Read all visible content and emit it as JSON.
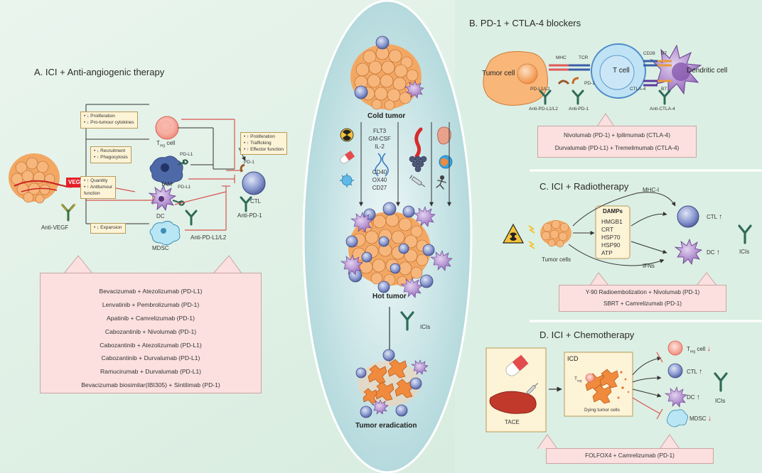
{
  "panelA": {
    "title": "A. ICI + Anti-angiogenic therapy",
    "vegf": "VEGF",
    "anti_vegf": "Anti-VEGF",
    "note_treg": [
      "• ↓ Proliferation",
      "• ↓ Pro-tumour cytokines"
    ],
    "note_tam": [
      "• ↓ Recruitment",
      "• ↑ Phagocytosis"
    ],
    "note_dc": [
      "• ↑ Quantity",
      "• ↑ Antitumour",
      "  function"
    ],
    "note_mdsc": [
      "• ↓ Expansion"
    ],
    "note_ctl": [
      "• ↑ Proliferation",
      "• ↑ Trafficking",
      "• ↑ Effector function"
    ],
    "treg_label": "T",
    "treg_sub": "reg",
    "treg_suffix": " cell",
    "tam": "TAM",
    "dc": "DC",
    "mdsc": "MDSC",
    "ctl": "CTL",
    "pdl1_a": "PD-L1",
    "pdl1_b": "PD-L1",
    "pd1": "PD-1",
    "anti_pdl1": "Anti-PD-L1/L2",
    "anti_pd1": "Anti-PD-1",
    "drugs": [
      "Bevacizumab + Atezolizumab (PD-L1)",
      "Lenvatinib + Pembrolizumab (PD-1)",
      "Apatinib + Camrelizumab (PD-1)",
      "Cabozantinib + Nivolumab (PD-1)",
      "Cabozantinib + Atezolizumab (PD-L1)",
      "Cabozantinib + Durvalumab (PD-L1)",
      "Ramucirumab + Durvalumab (PD-L1)",
      "Bevacizumab biosimilar(IBI305) + Sintilimab (PD-1)"
    ]
  },
  "center": {
    "cold": "Cold tumor",
    "hot": "Hot tumor",
    "icis": "ICIs",
    "eradication": "Tumor eradication",
    "cytokines1": [
      "FLT3",
      "GM-CSF",
      "IL-2"
    ],
    "cytokines2": [
      "CD40",
      "OX40",
      "CD27"
    ]
  },
  "panelB": {
    "title": "B. PD-1 + CTLA-4 blockers",
    "tumor_cell": "Tumor cell",
    "t_cell": "T cell",
    "dendritic": "Dendritic cell",
    "mhc": "MHC",
    "tcr": "TCR",
    "cd28": "CD28",
    "b7a": "B7",
    "b7b": "B7",
    "ctla4": "CTLA-4",
    "pdl12": "PD-L1/L2",
    "pd1": "PD-1",
    "anti_pdl12": "Anti-PD-L1/L2",
    "anti_pd1": "Anti-PD-1",
    "anti_ctla4": "Anti-CTLA-4",
    "drugs": [
      "Nivolumab (PD-1) + Ipilimumab (CTLA-4)",
      "Durvalumab (PD-L1) + Tremelimumab (CTLA-4)"
    ]
  },
  "panelC": {
    "title": "C. ICI + Radiotherapy",
    "damps_title": "DAMPs",
    "damps": [
      "HMGB1",
      "CRT",
      "HSP70",
      "HSP90",
      "ATP"
    ],
    "mhc1": "MHC-I",
    "ifns": "IFNs",
    "tumor_cells": "Tumor cells",
    "ctl": "CTL",
    "dc": "DC",
    "icis": "ICIs",
    "drugs": [
      "Y-90 Radioembolization + Nivolumab (PD-1)",
      "SBRT + Camrelizumab (PD-1)"
    ]
  },
  "panelD": {
    "title": "D. ICI + Chemotherapy",
    "icd": "ICD",
    "treg_cell": "T",
    "treg_sub": "reg",
    "treg_suffix": " cell",
    "ctl": "CTL",
    "dc": "DC",
    "mdsc": "MDSC",
    "dying": "Dying tumor cells",
    "tace": "TACE",
    "icis": "ICIs",
    "drugs": [
      "FOLFOX4 + Camrelizumab (PD-1)"
    ]
  },
  "colors": {
    "bg_green": "#dcefe4",
    "ellipse": "#bfe0e2",
    "pink_box": "#fbe0df",
    "note_box": "#fdf3d6",
    "vegf_red": "#e41f26",
    "tumor_orange": "#f5a25a",
    "ctl_blue": "#7f8fc8",
    "dc_purple": "#a274c4",
    "antibody_green": "#3c7a5a",
    "arrow_red": "#d9534f",
    "down_red": "#e41f26"
  }
}
